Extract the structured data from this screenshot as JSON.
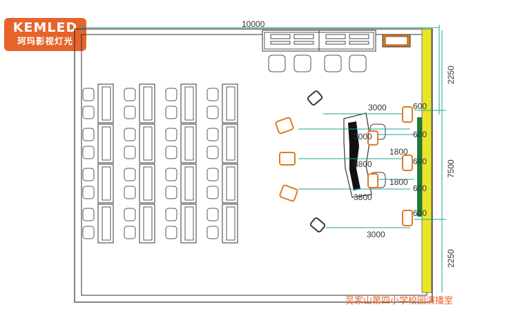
{
  "logo": {
    "brand": "KEMLED",
    "subtitle": "珂玛影视灯光"
  },
  "caption": "吴家山第四小学校园演播室",
  "dimensions": {
    "top_width": "10000",
    "right_top": "2250",
    "right_mid": "7500",
    "right_bottom": "2250",
    "light_distance_top": "3000",
    "light_distance_mid1": "3000",
    "light_distance_mid2": "3800",
    "light_distance_mid3": "3800",
    "light_distance_bottom": "3000",
    "desk_offset_upper": "1800",
    "desk_offset_lower": "1800",
    "spacing_1": "600",
    "spacing_2": "600",
    "spacing_3": "600",
    "spacing_4": "600",
    "spacing_5": "600"
  },
  "colors": {
    "cad_line": "#1c1c1c",
    "dimension": "#1aa39a",
    "light": "#e07b1e",
    "wall_yellow": "#e9e62a",
    "screen_green": "#1f7a3a",
    "brand": "#e8632a"
  }
}
